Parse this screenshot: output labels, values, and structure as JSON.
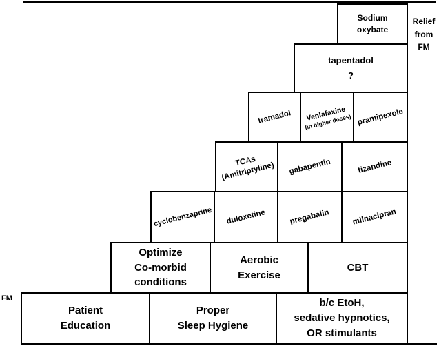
{
  "colors": {
    "border": "#000000",
    "background": "#ffffff",
    "text": "#000000"
  },
  "outside": {
    "relief": "Relief\nfrom\nFM",
    "fm": "FM"
  },
  "rows": [
    {
      "name": "step-7-top",
      "boxes": [
        {
          "label": "Sodium\noxybate"
        }
      ]
    },
    {
      "name": "step-6",
      "boxes": [
        {
          "label": "tapentadol\n?"
        }
      ]
    },
    {
      "name": "step-5",
      "boxes": [
        {
          "label": "tramadol"
        },
        {
          "label_line1": "Venlafaxine",
          "label_line2": "(in higher doses)"
        },
        {
          "label": "pramipexole"
        }
      ]
    },
    {
      "name": "step-4",
      "boxes": [
        {
          "label": "TCAs\n(Amitriptyline)"
        },
        {
          "label": "gabapentin"
        },
        {
          "label": "tizandine"
        }
      ]
    },
    {
      "name": "step-3",
      "boxes": [
        {
          "label": "cyclobenzaprine"
        },
        {
          "label": "duloxetine"
        },
        {
          "label": "pregabalin"
        },
        {
          "label": "milnacipran"
        }
      ]
    },
    {
      "name": "step-2",
      "boxes": [
        {
          "label": "Optimize\nCo-morbid\nconditions"
        },
        {
          "label": "Aerobic\nExercise"
        },
        {
          "label": "CBT"
        }
      ]
    },
    {
      "name": "step-1-base",
      "boxes": [
        {
          "label": "Patient\nEducation"
        },
        {
          "label": "Proper\nSleep Hygiene"
        },
        {
          "label": "b/c EtoH,\nsedative hypnotics,\nOR stimulants"
        }
      ]
    }
  ]
}
